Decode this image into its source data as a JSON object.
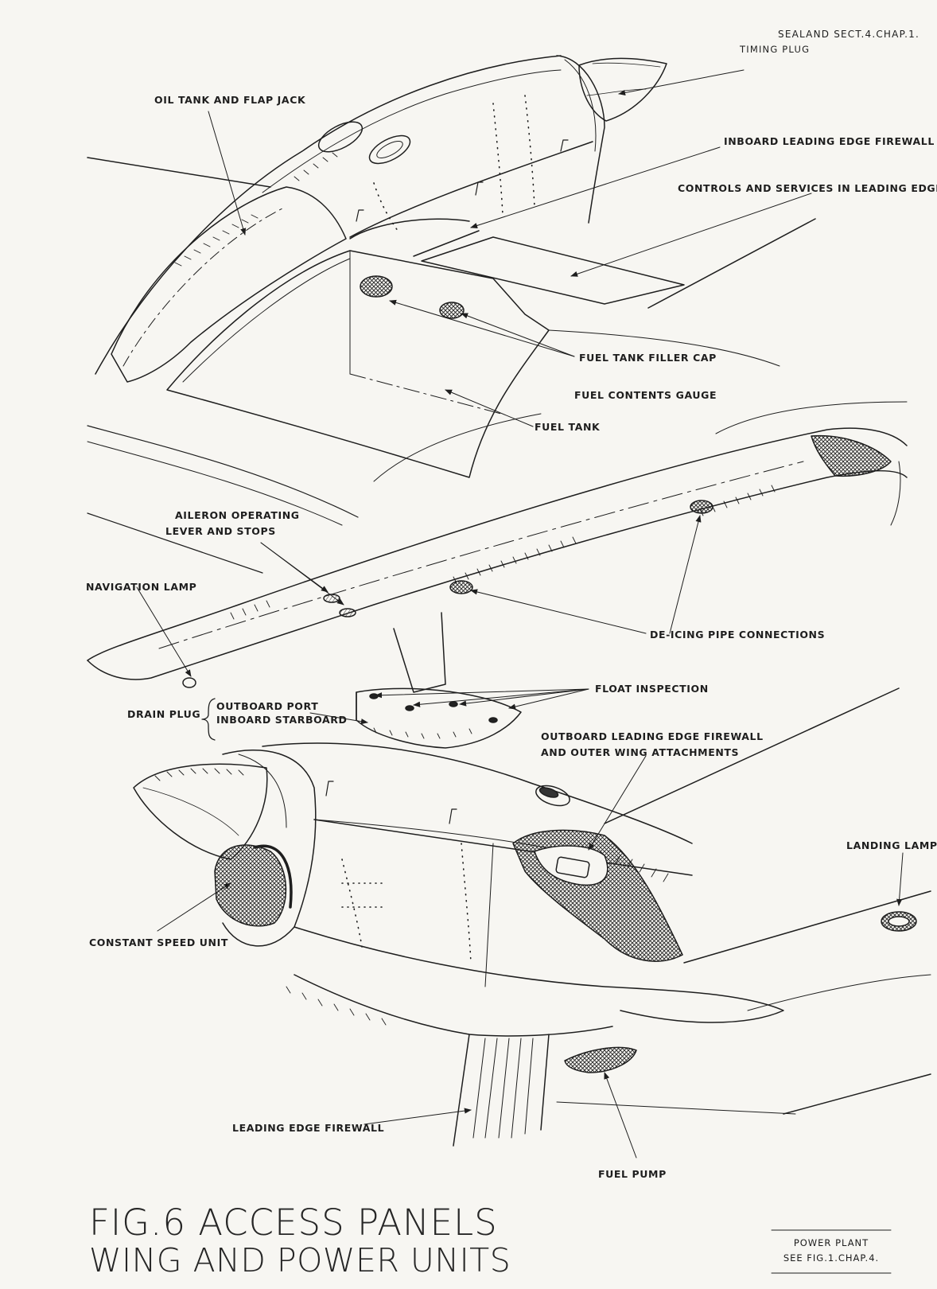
{
  "header": {
    "section": "SEALAND   SECT.4.CHAP.1.",
    "timing_plug": "TIMING PLUG"
  },
  "labels": {
    "oil_tank": "OIL TANK AND FLAP JACK",
    "inboard_firewall": "INBOARD LEADING EDGE FIREWALL",
    "controls_services": "CONTROLS AND SERVICES IN LEADING EDGE",
    "fuel_filler": "FUEL TANK FILLER CAP",
    "fuel_gauge": "FUEL CONTENTS GAUGE",
    "fuel_tank": "FUEL TANK",
    "aileron_1": "AILERON OPERATING",
    "aileron_2": "LEVER AND STOPS",
    "nav_lamp": "NAVIGATION LAMP",
    "deicing": "DE-ICING PIPE CONNECTIONS",
    "float_inspection": "FLOAT INSPECTION",
    "drain_plug": "DRAIN PLUG",
    "outboard_port": "OUTBOARD PORT",
    "inboard_starboard": "INBOARD STARBOARD",
    "outboard_firewall_1": "OUTBOARD LEADING EDGE FIREWALL",
    "outboard_firewall_2": "AND OUTER WING ATTACHMENTS",
    "landing_lamp": "LANDING LAMP",
    "csu": "CONSTANT SPEED UNIT",
    "le_firewall": "LEADING EDGE FIREWALL",
    "fuel_pump": "FUEL PUMP"
  },
  "title": {
    "line1": "FIG.6  ACCESS PANELS",
    "line2": "WING AND POWER UNITS"
  },
  "reference": {
    "line1": "POWER PLANT",
    "line2": "SEE FIG.1.CHAP.4."
  }
}
